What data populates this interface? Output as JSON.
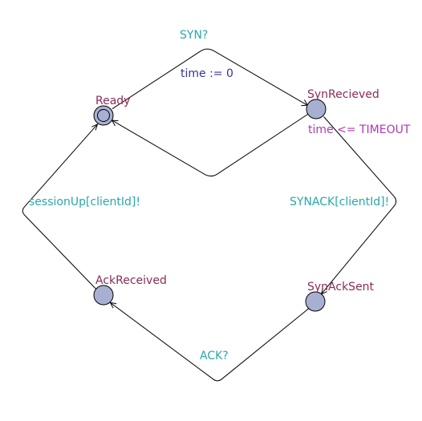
{
  "diagram": {
    "states": [
      {
        "id": "ready",
        "name": "Ready",
        "initial": true
      },
      {
        "id": "synrecieved",
        "name": "SynRecieved",
        "initial": false
      },
      {
        "id": "synacksent",
        "name": "SynAckSent",
        "initial": false
      },
      {
        "id": "ackreceived",
        "name": "AckReceived",
        "initial": false
      }
    ],
    "edges": [
      {
        "id": "ready-to-synrecieved",
        "from": "Ready",
        "to": "SynRecieved",
        "sync": "SYN?",
        "update": "time := 0"
      },
      {
        "id": "synrecieved-to-ready",
        "from": "SynRecieved",
        "to": "Ready"
      },
      {
        "id": "synrecieved-to-synacksent",
        "from": "SynRecieved",
        "to": "SynAckSent",
        "sync": "SYNACK[clientId]!"
      },
      {
        "id": "synacksent-to-ackreceived",
        "from": "SynAckSent",
        "to": "AckReceived",
        "sync": "ACK?"
      },
      {
        "id": "ackreceived-to-ready",
        "from": "AckReceived",
        "to": "Ready",
        "sync": "sessionUp[clientId]!"
      }
    ],
    "invariants": [
      {
        "state": "SynRecieved",
        "text": "time <= TIMEOUT"
      }
    ],
    "colors": {
      "state_fill": "#a8b0d2",
      "state_name": "#8a2b57",
      "sync": "#2aa8a8",
      "update": "#33339c",
      "guard_invariant": "#b03ab0",
      "edge": "#000000"
    }
  }
}
